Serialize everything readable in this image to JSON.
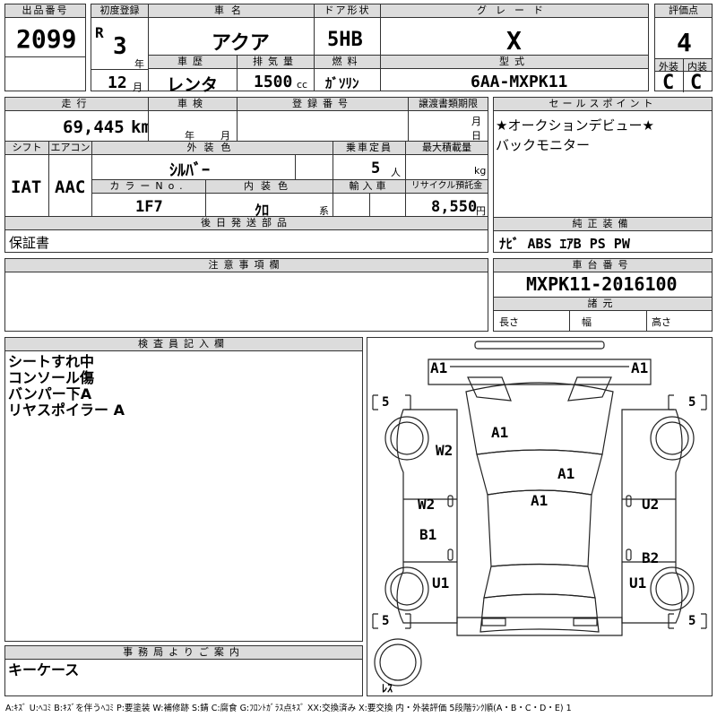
{
  "lot": {
    "label": "出品番号",
    "value": "2099"
  },
  "first_reg": {
    "label": "初度登録",
    "era": "R",
    "year": "3",
    "year_unit": "年",
    "month": "12",
    "month_unit": "月"
  },
  "car_name": {
    "label": "車名",
    "value": "アクア"
  },
  "door": {
    "label": "ドア形状",
    "value": "5HB"
  },
  "grade": {
    "label": "グレード",
    "value": "X"
  },
  "score": {
    "label": "評価点",
    "value": "4",
    "ext_label": "外装",
    "int_label": "内装",
    "ext_value": "C",
    "int_value": "C"
  },
  "history": {
    "label": "車歴",
    "value": "レンタ"
  },
  "displacement": {
    "label": "排気量",
    "value": "1500",
    "unit": "cc"
  },
  "fuel": {
    "label": "燃料",
    "value": "ｶﾞｿﾘﾝ"
  },
  "model": {
    "label": "型式",
    "value": "6AA-MXPK11"
  },
  "mileage": {
    "label": "走行",
    "value": "69,445",
    "unit": "km"
  },
  "inspection": {
    "label": "車検",
    "year_unit": "年",
    "month_unit": "月"
  },
  "registration": {
    "label": "登録番号"
  },
  "transfer": {
    "label": "譲渡書類期限",
    "month_unit": "月",
    "day_unit": "日"
  },
  "selling_points": {
    "label": "セールスポイント",
    "lines": [
      "★オークションデビュー★",
      "バックモニター"
    ]
  },
  "shift": {
    "label": "シフト",
    "value": "IAT"
  },
  "aircon": {
    "label": "エアコン",
    "value": "AAC"
  },
  "ext_color": {
    "label": "外装色",
    "value": "ｼﾙﾊﾞｰ"
  },
  "capacity": {
    "label": "乗車定員",
    "value": "5",
    "unit": "人"
  },
  "max_load": {
    "label": "最大積載量",
    "unit": "kg"
  },
  "color_no": {
    "label": "カラーNo.",
    "value": "1F7"
  },
  "int_color": {
    "label": "内装色",
    "value": "ｸﾛ",
    "unit": "系"
  },
  "import": {
    "label": "輸入車"
  },
  "recycle": {
    "label": "リサイクル預託金",
    "value": "8,550",
    "unit": "円"
  },
  "later_parts": {
    "label": "後日発送部品",
    "value": "保証書"
  },
  "equipment": {
    "label": "純正装備",
    "value": "ﾅﾋﾞ ABS ｴｱB PS PW"
  },
  "notes": {
    "label": "注意事項欄"
  },
  "chassis": {
    "label": "車台番号",
    "value": "MXPK11-2016100"
  },
  "specs": {
    "label": "諸元",
    "length": "長さ",
    "width": "幅",
    "height": "高さ"
  },
  "inspector": {
    "label": "検査員記入欄",
    "lines": [
      "シートすれ中",
      "コンソール傷",
      "バンパー下A",
      "リヤスポイラー A"
    ]
  },
  "office": {
    "label": "事務局よりご案内",
    "value": "キーケース"
  },
  "diagram": {
    "marks": {
      "a1_fl": "A1",
      "a1_fr": "A1",
      "w2_l": "W2",
      "a1_hood": "A1",
      "a1_windshield": "A1",
      "a1_roof": "A1",
      "w2_fd": "W2",
      "u2_fd": "U2",
      "b1_rd": "B1",
      "b2_rd": "B2",
      "u1_l": "U1",
      "u1_r": "U1"
    },
    "tires": {
      "fl": "5",
      "fr": "5",
      "rl": "5",
      "rr": "5",
      "spare": "ﾚｽ"
    }
  },
  "legend": "A:ｷｽﾞ U:ﾍｺﾐ B:ｷｽﾞを伴うﾍｺﾐ P:要塗装 W:補修跡 S:錆 C:腐食 G:ﾌﾛﾝﾄｶﾞﾗｽ点ｷｽﾞ XX:交換済み X:要交換 内・外装評価 5段階ﾗﾝｸ順(A・B・C・D・E) 1"
}
